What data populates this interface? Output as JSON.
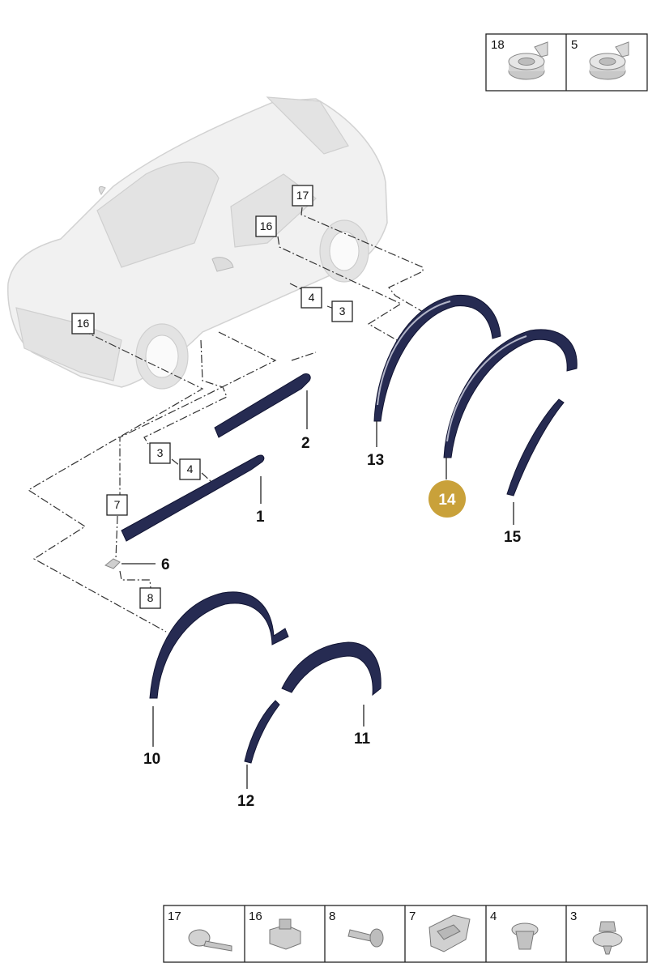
{
  "callouts": {
    "c1": "1",
    "c2": "2",
    "c6": "6",
    "c10": "10",
    "c11": "11",
    "c12": "12",
    "c13": "13",
    "c14": "14",
    "c15": "15"
  },
  "ref_boxes": {
    "b17": "17",
    "b16_upper": "16",
    "b4_upper": "4",
    "b3_upper": "3",
    "b16_front": "16",
    "b3_lower": "3",
    "b4_lower": "4",
    "b7": "7",
    "b8": "8"
  },
  "legend_top": [
    "18",
    "5"
  ],
  "legend_bottom": [
    "17",
    "16",
    "8",
    "7",
    "4",
    "3"
  ],
  "colors": {
    "part": "#262b52",
    "highlight": "#c9a13a",
    "car": "#f1f1f1"
  }
}
